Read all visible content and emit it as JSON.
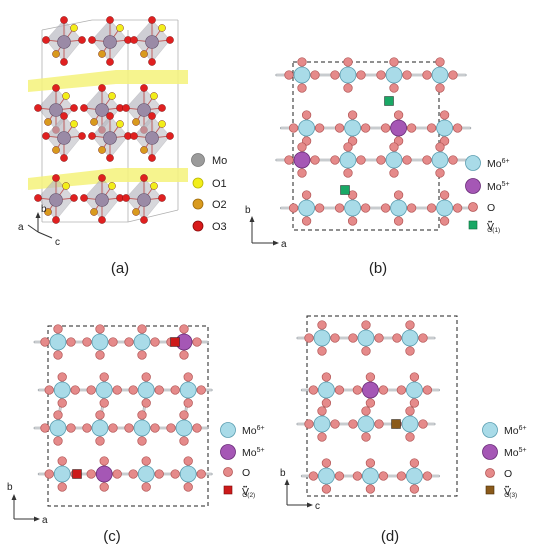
{
  "colors": {
    "mo6": "#a9dbe8",
    "mo5": "#a557b5",
    "oxygen": "#e58a8a",
    "vac1": "#19a865",
    "vac2": "#cc1a1a",
    "vac3": "#8a5a1a",
    "mo_struct": "#9a8aa6",
    "o1": "#f2ee1a",
    "o2": "#d99a1e",
    "o3": "#e02020",
    "band": "#f4f27a"
  },
  "panels": {
    "a": {
      "label": "(a)",
      "axes": {
        "up": "b",
        "left": "a",
        "right": "c"
      },
      "legend": [
        {
          "key": "Mo",
          "color": "#9b9b9b"
        },
        {
          "key": "O1",
          "color": "#f2ee1a"
        },
        {
          "key": "O2",
          "color": "#d99a1e"
        },
        {
          "key": "O3",
          "color": "#d81a1a"
        }
      ]
    },
    "b": {
      "label": "(b)",
      "axes": {
        "up": "b",
        "right": "a"
      },
      "legend": {
        "mo6": "Mo",
        "mo6_sup": "6+",
        "mo5": "Mo",
        "mo5_sup": "5+",
        "o": "O",
        "vac": "V",
        "vac_sup": "••",
        "vac_sub": "O(1)"
      }
    },
    "c": {
      "label": "(c)",
      "axes": {
        "up": "b",
        "right": "a"
      },
      "legend": {
        "mo6": "Mo",
        "mo6_sup": "6+",
        "mo5": "Mo",
        "mo5_sup": "5+",
        "o": "O",
        "vac": "V",
        "vac_sup": "••",
        "vac_sub": "O(2)"
      }
    },
    "d": {
      "label": "(d)",
      "axes": {
        "up": "b",
        "right": "c"
      },
      "legend": {
        "mo6": "Mo",
        "mo6_sup": "6+",
        "mo5": "Mo",
        "mo5_sup": "5+",
        "o": "O",
        "vac": "V",
        "vac_sup": "••",
        "vac_sub": "O(3)"
      }
    }
  }
}
